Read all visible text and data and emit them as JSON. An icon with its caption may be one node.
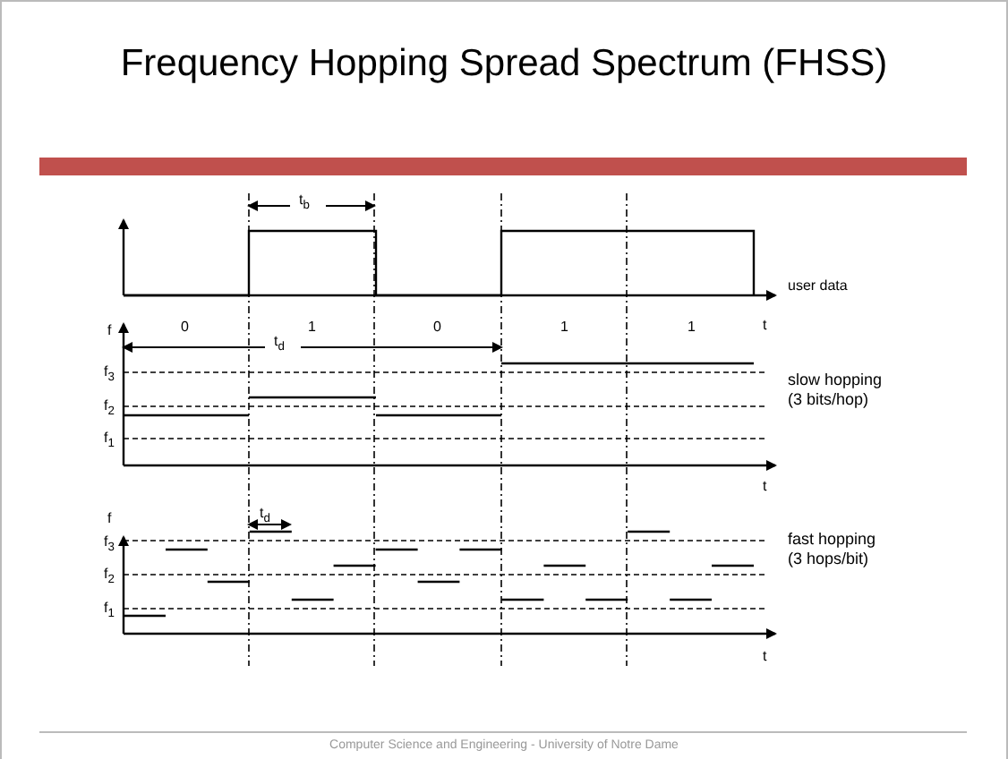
{
  "diagram": {
    "title": "Frequency Hopping Spread Spectrum (FHSS)",
    "caption": "Computer Science and Engineering - University of Notre Dame",
    "labels": [
      "t$_{b}$",
      "user data",
      "0",
      "1",
      "0",
      "1",
      "1",
      "t",
      "f",
      "t$_{d}$",
      "f$_{3}$",
      "slow hopping (3 bits/hop)",
      "f$_{2}$",
      "f$_{1}$",
      "t",
      "f",
      "t$_{d}$",
      "f$_{3}$",
      "fast hopping (3 hops/bit)",
      "f$_{2}$",
      "f$_{1}$",
      "t"
    ]
  }
}
